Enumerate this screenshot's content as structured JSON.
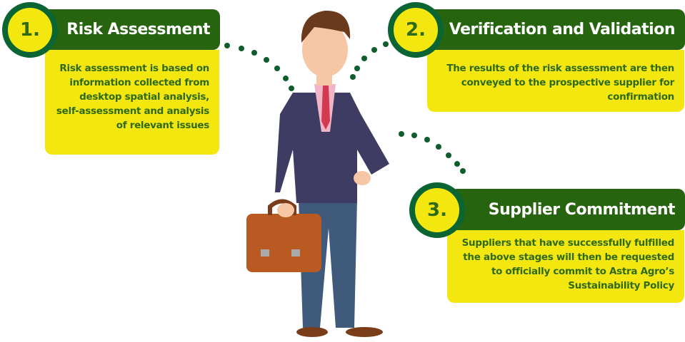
{
  "steps": [
    {
      "number": "1.",
      "title": "Risk Assessment",
      "text": "Risk assessment is based on information collected from desktop spatial analysis, self-assessment and analysis of relevant issues"
    },
    {
      "number": "2.",
      "title": "Verification and Validation",
      "text": "The results of the risk assessment are then conveyed to the prospective supplier for confirmation"
    },
    {
      "number": "3.",
      "title": "Supplier Commitment",
      "text": "Suppliers that have successfully fulfilled the above stages will then be requested to officially commit to Astra Agro’s Sustainability Policy"
    }
  ],
  "colors": {
    "header": "#27640f",
    "box": "#f3e70f",
    "ring": "#0a6533",
    "text": "#2f6a15"
  }
}
